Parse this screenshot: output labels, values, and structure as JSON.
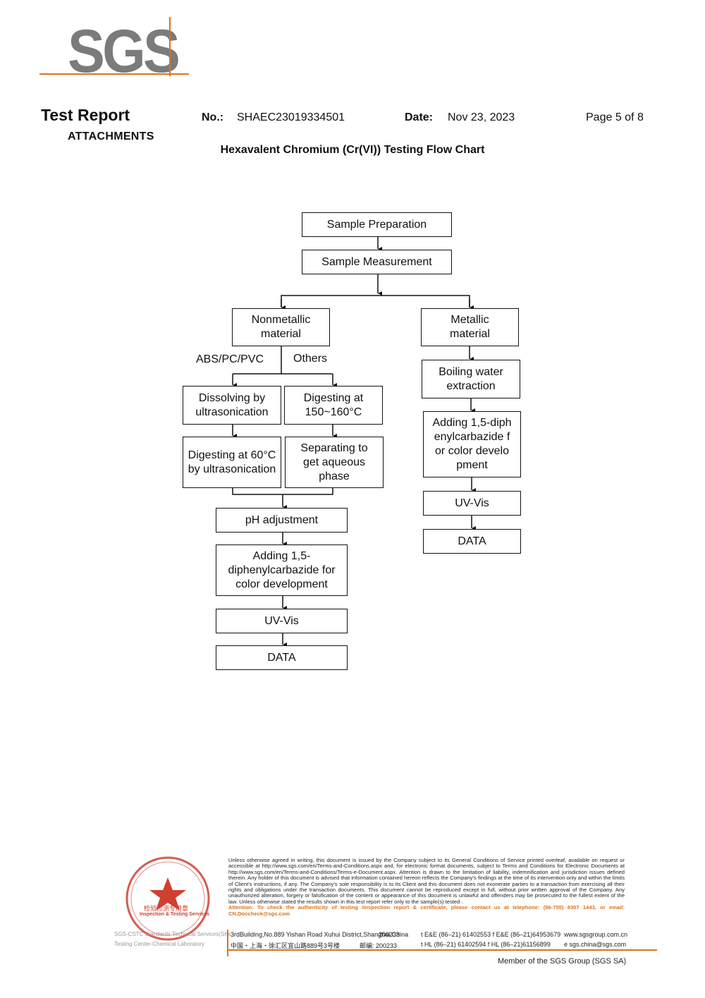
{
  "logo": {
    "text": "SGS"
  },
  "header": {
    "title": "Test Report",
    "subtitle": "ATTACHMENTS",
    "no_label": "No.:",
    "no_value": "SHAEC23019334501",
    "date_label": "Date:",
    "date_value": "Nov 23, 2023",
    "page": "Page 5 of 8"
  },
  "flow": {
    "title": "Hexavalent Chromium (Cr(VI)) Testing Flow Chart",
    "sample_prep": "Sample Preparation",
    "sample_meas": "Sample Measurement",
    "nonmetallic": "Nonmetallic material",
    "metallic": "Metallic material",
    "abs_label": "ABS/PC/PVC",
    "others_label": "Others",
    "dissolving": "Dissolving by ultrasonication",
    "digesting_150": "Digesting at 150~160°C",
    "digesting_60": "Digesting at 60°C by ultrasonication",
    "separating": "Separating to get aqueous phase",
    "ph": "pH adjustment",
    "adding_left": "Adding 1,5-diphenylcarbazide for color development",
    "uvvis_left": "UV-Vis",
    "data_left": "DATA",
    "boiling": "Boiling water extraction",
    "adding_right": "Adding 1,5-diphenylcarbazide for color development",
    "uvvis_right": "UV-Vis",
    "data_right": "DATA"
  },
  "footer": {
    "disclaimer": "Unless otherwise agreed in writing, this document is issued by the Company subject to its General Conditions of Service printed overleaf, available on request or accessible at http://www.sgs.com/en/Terms-and-Conditions.aspx and, for electronic format documents, subject to Terms and Conditions for Electronic Documents at http://www.sgs.com/en/Terms-and-Conditions/Terms-e-Document.aspx. Attention is drawn to the limitation of liability, indemnification and jurisdiction issues defined therein. Any holder of this document is advised that information contained hereon reflects the Company's findings at the time of its intervention only and within the limits of Client's instructions, if any. The Company's sole responsibility is to its Client and this document does not exonerate parties to a transaction from exercising all their rights and obligations under the transaction documents. This document cannot be reproduced except in full, without prior written approval of the Company. Any unauthorized alteration, forgery or falsification of the content or appearance of this document is unlawful and offenders may be prosecuted to the fullest extent of the law. Unless otherwise stated the results shown in this test report refer only to the sample(s) tested .",
    "attention": "Attention: To check the authenticity of testing /inspection report & certificate, please contact us at telephone: (86-755) 8307 1443, or email: CN.Doccheck@sgs.com",
    "addr_en": "3rdBuilding,No.889 Yishan Road Xuhui District,Shanghai China",
    "zip_en": "200233",
    "tel_en": "t E&E (86–21) 61402553   f E&E (86–21)64953679",
    "web": "www.sgsgroup.com.cn",
    "addr_cn": "中国・上海・徐汇区宜山路889号3号楼",
    "zip_cn": "邮编: 200233",
    "tel_cn": "t HL (86–21) 61402594   f HL (86–21)61156899",
    "email": "e   sgs.china@sgs.com",
    "member": "Member of the SGS Group (SGS SA)",
    "stamp_line1": "SGS-CSTC Standards Technical Services(Shanghai) Co.,Ltd.",
    "stamp_line2": "Testing Center-Chemical Laboratory",
    "stamp_center": "检验检测专用章",
    "stamp_en": "Inspection & Testing Services"
  },
  "colors": {
    "accent": "#d8731f",
    "logo_gray": "#7b7b7b",
    "stamp_red": "#d04030"
  }
}
